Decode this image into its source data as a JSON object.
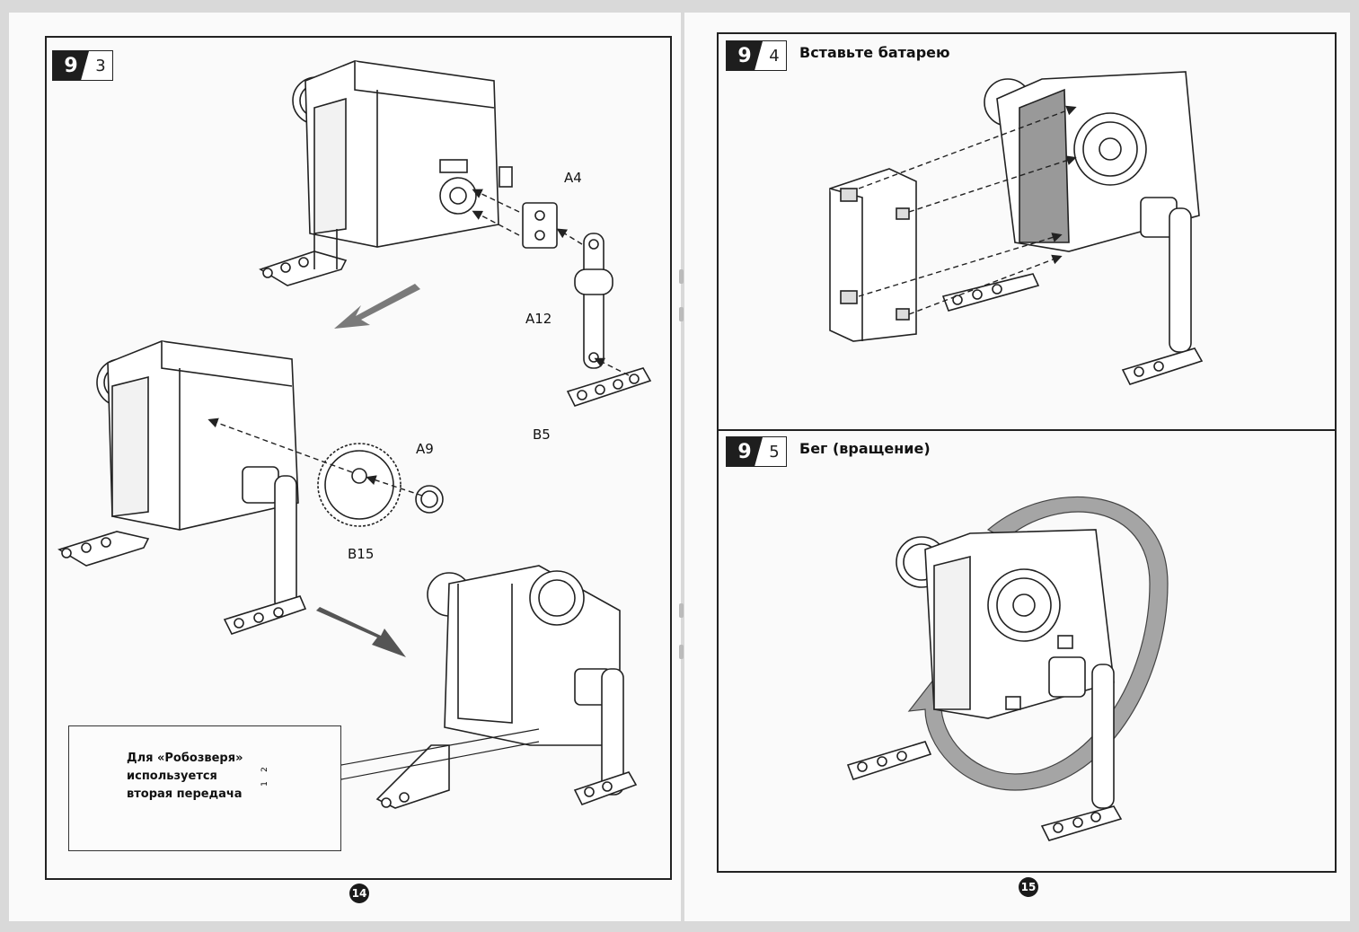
{
  "left_page": {
    "step": {
      "major": "9",
      "minor": "3"
    },
    "labels": {
      "a4": "A4",
      "a12": "A12",
      "b5": "B5",
      "a9": "A9",
      "b15": "B15"
    },
    "note": {
      "line1": "Для «Робозверя»",
      "line2": "используется",
      "line3": "вторая передача"
    },
    "switch_marks": {
      "one": "1",
      "two": "2"
    },
    "page_number": "14"
  },
  "right_page": {
    "step_top": {
      "major": "9",
      "minor": "4",
      "title": "Вставьте батарею"
    },
    "step_bottom": {
      "major": "9",
      "minor": "5",
      "title": "Бег (вращение)"
    },
    "page_number": "15"
  },
  "colors": {
    "frame": "#222222",
    "arrow_gray": "#8a8a8a",
    "rotation_fill": "#a5a5a5",
    "badge": "#1e1e1e"
  },
  "icons": [
    "warning-icon",
    "gear-icon",
    "rotation-arrow-icon",
    "direction-arrow-icon"
  ]
}
